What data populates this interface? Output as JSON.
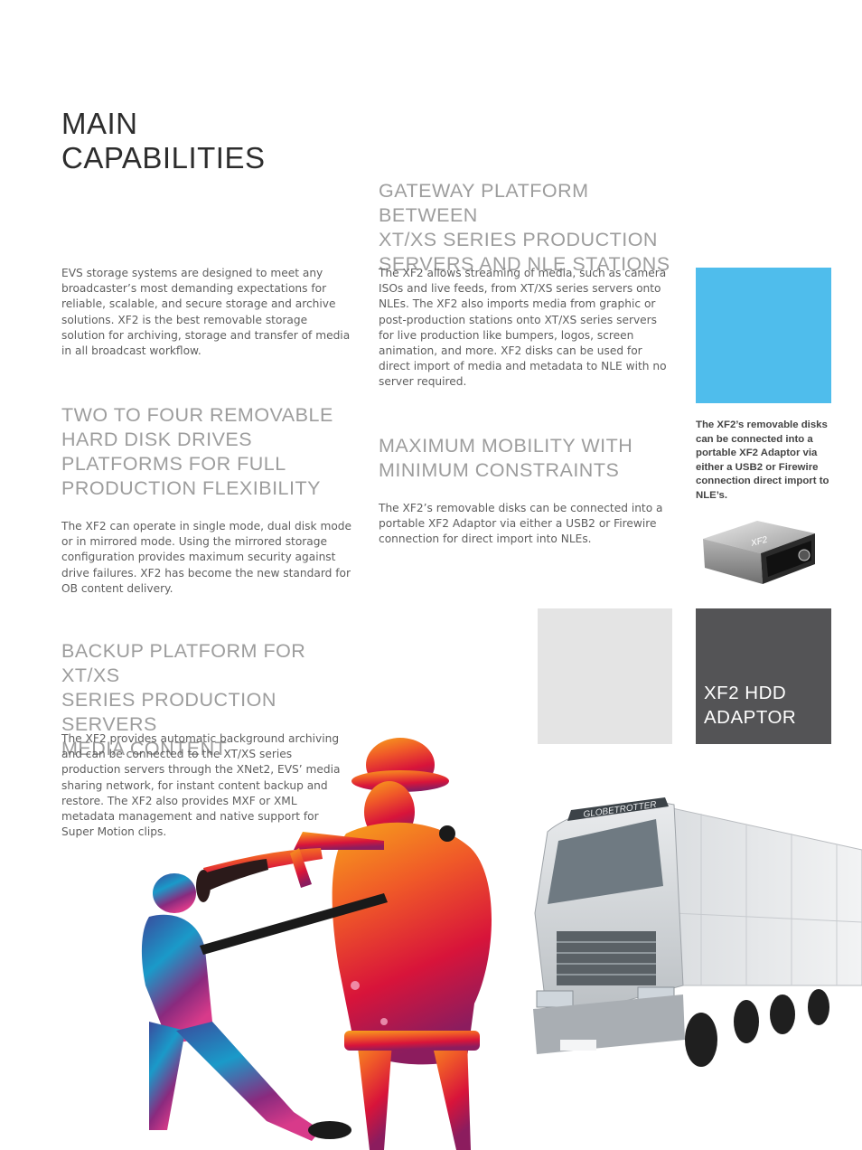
{
  "page": {
    "title_line1": "MAIN",
    "title_line2": "CAPABILITIES"
  },
  "intro": {
    "text": "EVS storage systems are designed to meet any broadcaster’s most demanding expectations for reliable, scalable, and secure storage and archive solutions. XF2 is the best removable storage solution for archiving, storage and transfer of media in all broadcast workflow."
  },
  "sections": [
    {
      "heading_lines": [
        "TWO TO FOUR REMOVABLE",
        "HARD DISK DRIVES",
        "PLATFORMS FOR FULL",
        "PRODUCTION FLEXIBILITY"
      ],
      "text": "The XF2 can operate in single mode, dual disk mode or in mirrored mode. Using the mirrored storage configuration provides maximum security against drive failures. XF2 has become the new standard for OB content delivery."
    },
    {
      "heading_lines": [
        "BACKUP PLATFORM FOR XT/XS",
        "SERIES PRODUCTION SERVERS",
        "MEDIA CONTENT"
      ],
      "text": "The XF2 provides automatic background archiving and can be connected to the XT/XS series production servers through the XNet2, EVS’ media sharing network, for instant content backup and restore. The XF2 also provides MXF or XML metadata management and native support for Super Motion clips."
    },
    {
      "heading_lines": [
        "GATEWAY PLATFORM BETWEEN",
        "XT/XS SERIES PRODUCTION",
        "SERVERS AND NLE STATIONS"
      ],
      "text": "The XF2 allows streaming of media, such as camera ISOs and live feeds, from XT/XS series servers onto NLEs. The XF2 also imports media from graphic or post-production stations onto XT/XS series servers for live production like bumpers, logos, screen animation, and more. XF2 disks can be used for direct import of media and metadata to NLE with no server required."
    },
    {
      "heading_lines": [
        "MAXIMUM MOBILITY WITH",
        "MINIMUM CONSTRAINTS"
      ],
      "text": "The XF2’s removable disks can be connected into a portable XF2 Adaptor via either a USB2 or Firewire connection for direct import into NLEs."
    }
  ],
  "sidebar": {
    "caption": "The XF2’s removable disks can be connected into a portable XF2 Adaptor via either a USB2 or Firewire connection direct import to NLE’s.",
    "adaptor_device_label": "XF2",
    "adaptor_box_label": "XF2 HDD ADAPTOR"
  },
  "truck": {
    "cab_label": "GLOBETROTTER"
  },
  "colors": {
    "accent_blue": "#4fbdec",
    "box_gray": "#e4e4e4",
    "box_dark": "#545456",
    "heading_gray": "#9d9d9d"
  }
}
